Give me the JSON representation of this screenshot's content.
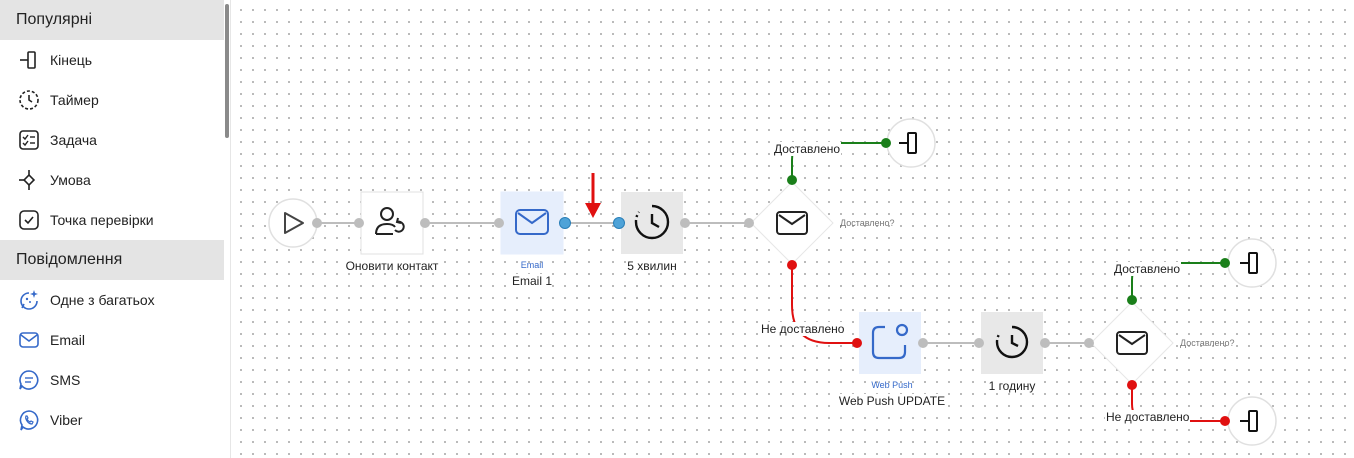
{
  "sidebar": {
    "sections": [
      {
        "title": "Популярні",
        "items": [
          {
            "label": "Кінець",
            "icon": "end-icon"
          },
          {
            "label": "Таймер",
            "icon": "timer-icon"
          },
          {
            "label": "Задача",
            "icon": "task-icon"
          },
          {
            "label": "Умова",
            "icon": "condition-icon"
          },
          {
            "label": "Точка перевірки",
            "icon": "checkpoint-icon"
          }
        ]
      },
      {
        "title": "Повідомлення",
        "items": [
          {
            "label": "Одне з багатьох",
            "icon": "one-of-many-icon"
          },
          {
            "label": "Email",
            "icon": "email-icon"
          },
          {
            "label": "SMS",
            "icon": "sms-icon"
          },
          {
            "label": "Viber",
            "icon": "viber-icon"
          }
        ]
      }
    ]
  },
  "flow": {
    "update_contact": {
      "label": "Оновити контакт"
    },
    "email_node": {
      "type_label": "Email",
      "label": "Email 1"
    },
    "timer1": {
      "label": "5 хвилин"
    },
    "condition1": {
      "question": "Доставлено?",
      "yes": "Доставлено",
      "no": "Не доставлено"
    },
    "webpush_node": {
      "type_label": "Web Push",
      "label": "Web Push UPDATE"
    },
    "timer2": {
      "label": "1 годину"
    },
    "condition2": {
      "question": "Доставлено?",
      "yes": "Доставлено",
      "no": "Не доставлено"
    }
  },
  "colors": {
    "accent_blue": "#3569c9",
    "connector_blue": "#4fa3d8",
    "success_green": "#1a7f1a",
    "error_red": "#e01010",
    "indicator_arrow": "#e01010"
  }
}
